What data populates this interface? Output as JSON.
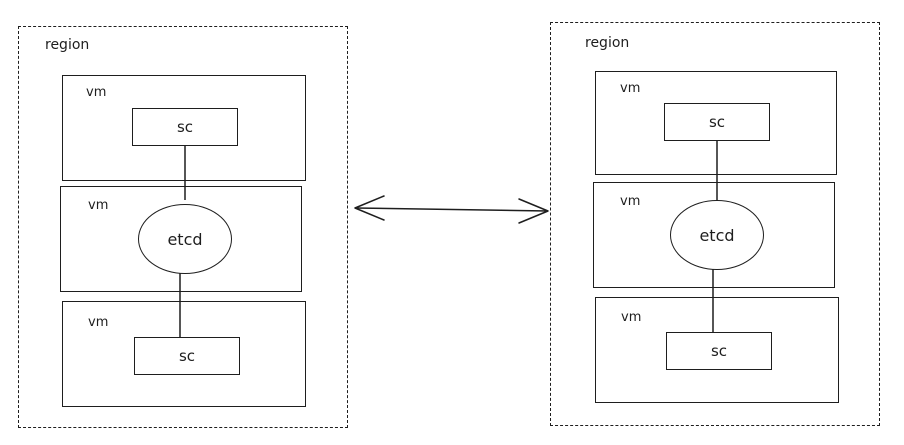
{
  "regions": [
    {
      "label": "region",
      "vms": [
        {
          "label": "vm",
          "node": "sc"
        },
        {
          "label": "vm",
          "node": "etcd"
        },
        {
          "label": "vm",
          "node": "sc"
        }
      ]
    },
    {
      "label": "region",
      "vms": [
        {
          "label": "vm",
          "node": "sc"
        },
        {
          "label": "vm",
          "node": "etcd"
        },
        {
          "label": "vm",
          "node": "sc"
        }
      ]
    }
  ],
  "connection": "bidirectional-arrow"
}
